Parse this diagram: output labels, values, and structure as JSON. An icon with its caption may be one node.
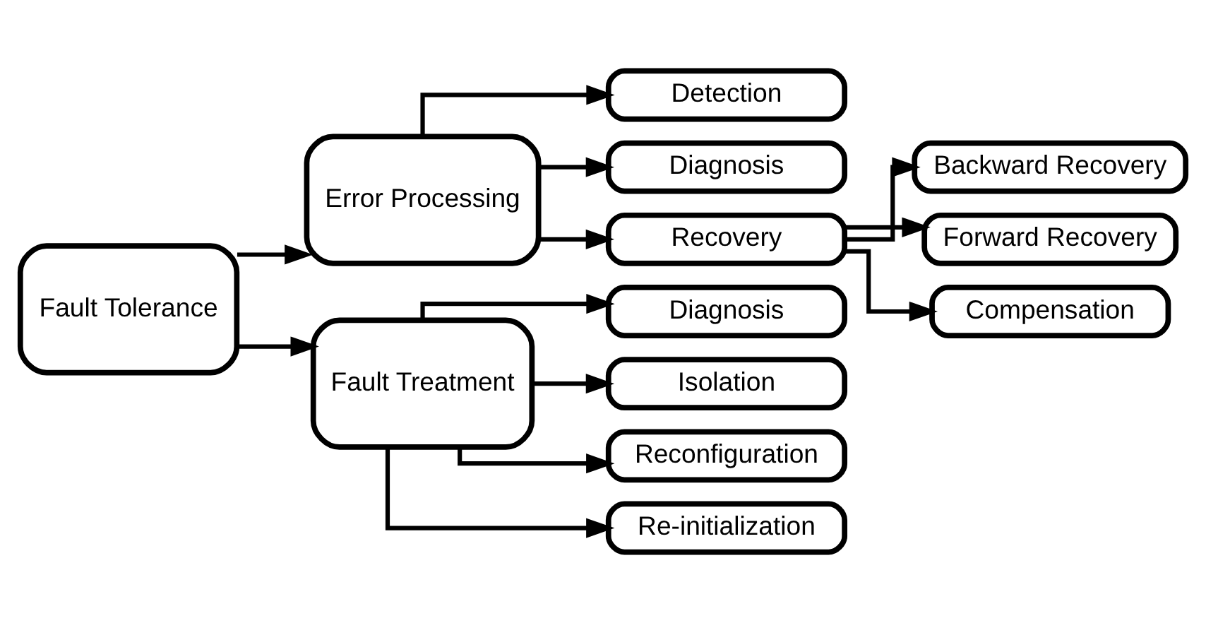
{
  "diagram": {
    "nodes": [
      {
        "text": [
          "Fault Tolerance"
        ]
      },
      {
        "text": [
          "Error Processing"
        ]
      },
      {
        "text": [
          "Detection"
        ]
      },
      {
        "text": [
          "Diagnosis"
        ]
      },
      {
        "text": [
          "Recovery"
        ]
      },
      {
        "text": [
          "Backward Recovery"
        ]
      },
      {
        "text": [
          "Forward Recovery"
        ]
      },
      {
        "text": [
          "Compensation"
        ]
      },
      {
        "text": [
          "Fault Treatment"
        ]
      },
      {
        "text": [
          "Diagnosis"
        ]
      },
      {
        "text": [
          "Isolation"
        ]
      },
      {
        "text": [
          "Reconfiguration"
        ]
      },
      {
        "text": [
          "Re-initialization"
        ]
      }
    ],
    "edges": [
      {
        "from": 0,
        "to": 1,
        "arrow": "to"
      },
      {
        "from": 0,
        "to": 8,
        "arrow": "to"
      },
      {
        "from": 1,
        "to": 2,
        "arrow": "to"
      },
      {
        "from": 1,
        "to": 3,
        "arrow": "to"
      },
      {
        "from": 1,
        "to": 4,
        "arrow": "to"
      },
      {
        "from": 4,
        "to": 5,
        "arrow": "to"
      },
      {
        "from": 4,
        "to": 6,
        "arrow": "to"
      },
      {
        "from": 4,
        "to": 7,
        "arrow": "to"
      },
      {
        "from": 8,
        "to": 9,
        "arrow": "to"
      },
      {
        "from": 8,
        "to": 10,
        "arrow": "to"
      },
      {
        "from": 8,
        "to": 11,
        "arrow": "to"
      },
      {
        "from": 8,
        "to": 12,
        "arrow": "to"
      }
    ]
  }
}
